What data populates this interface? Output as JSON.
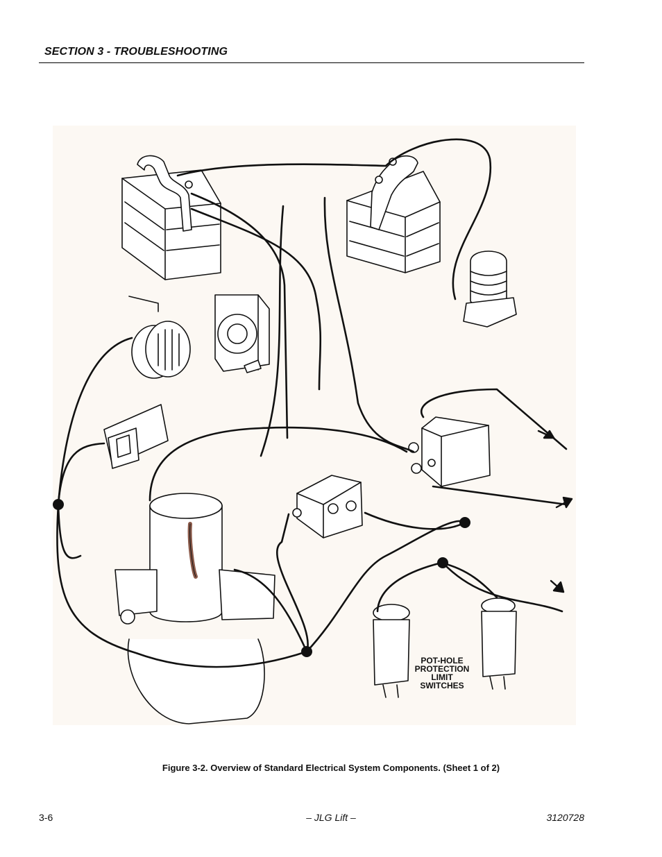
{
  "header": {
    "section_title": "SECTION 3 - TROUBLESHOOTING"
  },
  "figure": {
    "callout_label": "POT-HOLE\nPROTECTION\nLIMIT\nSWITCHES",
    "caption": "Figure 3-2.  Overview of Standard Electrical System Components. (Sheet 1 of 2)"
  },
  "footer": {
    "page_number": "3-6",
    "center_text": "– JLG Lift –",
    "document_number": "3120728"
  }
}
